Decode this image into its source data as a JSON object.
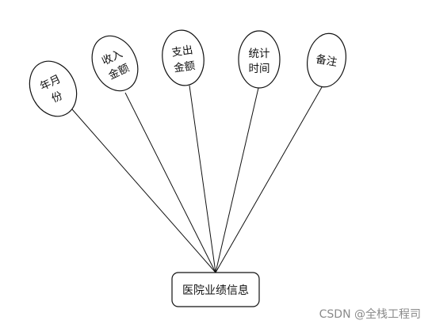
{
  "entity": {
    "label": "医院业绩信息"
  },
  "attributes": [
    {
      "id": "year-month",
      "lines": [
        "年月",
        "份"
      ]
    },
    {
      "id": "income-amount",
      "lines": [
        "收入",
        "金额"
      ]
    },
    {
      "id": "expense-amount",
      "lines": [
        "支出",
        "金额"
      ]
    },
    {
      "id": "stat-time",
      "lines": [
        "统计",
        "时间"
      ]
    },
    {
      "id": "remarks",
      "lines": [
        "备注"
      ]
    }
  ],
  "watermark": "CSDN @全栈工程司"
}
